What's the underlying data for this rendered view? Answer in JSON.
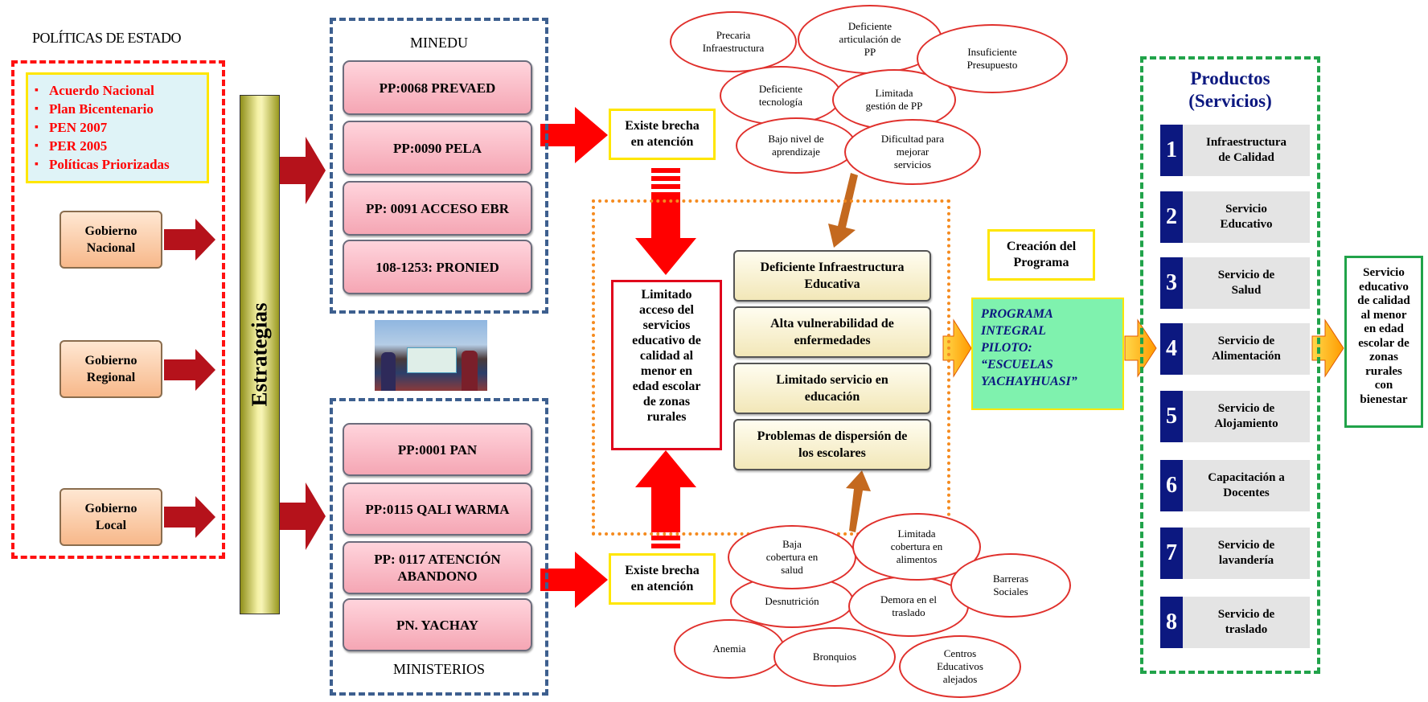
{
  "politicas": {
    "title": "POLÍTICAS DE ESTADO",
    "items": [
      "Acuerdo Nacional",
      "Plan Bicentenario",
      "PEN 2007",
      "PER 2005",
      "Políticas Priorizadas"
    ],
    "gobiernos": [
      {
        "l1": "Gobierno",
        "l2": "Nacional"
      },
      {
        "l1": "Gobierno",
        "l2": "Regional"
      },
      {
        "l1": "Gobierno",
        "l2": "Local"
      }
    ]
  },
  "estrategias": "Estrategias",
  "minedu": {
    "title": "MINEDU",
    "programs": [
      "PP:0068 PREVAED",
      "PP:0090 PELA",
      "PP: 0091 ACCESO EBR",
      "108-1253: PRONIED"
    ]
  },
  "ministerios": {
    "title": "MINISTERIOS",
    "programs": [
      {
        "l1": "PP:0001 PAN",
        "l2": ""
      },
      {
        "l1": "PP:0115 QALI WARMA",
        "l2": ""
      },
      {
        "l1": "PP: 0117 ATENCIÓN",
        "l2": "ABANDONO"
      },
      {
        "l1": "PN. YACHAY",
        "l2": ""
      }
    ]
  },
  "brecha": {
    "l1": "Existe brecha",
    "l2": "en atención"
  },
  "problema_central": [
    "Limitado",
    "acceso del",
    "servicios",
    "educativo de",
    "calidad al",
    "menor en",
    "edad escolar",
    "de zonas",
    "rurales"
  ],
  "causas": [
    {
      "l1": "Deficiente Infraestructura",
      "l2": "Educativa"
    },
    {
      "l1": "Alta vulnerabilidad de",
      "l2": "enfermedades"
    },
    {
      "l1": "Limitado servicio en",
      "l2": "educación"
    },
    {
      "l1": "Problemas de dispersión de",
      "l2": "los escolares"
    }
  ],
  "top_ellipses": [
    [
      "Precaria",
      "Infraestructura"
    ],
    [
      "Deficiente",
      "articulación de",
      "PP"
    ],
    [
      "Insuficiente",
      "Presupuesto"
    ],
    [
      "Deficiente",
      "tecnología"
    ],
    [
      "Limitada",
      "gestión de PP"
    ],
    [
      "Bajo nivel de",
      "aprendizaje"
    ],
    [
      "Dificultad para",
      "mejorar",
      "servicios"
    ]
  ],
  "bottom_ellipses": [
    [
      "Baja",
      "cobertura en",
      "salud"
    ],
    [
      "Limitada",
      "cobertura en",
      "alimentos"
    ],
    [
      "Barreras",
      "Sociales"
    ],
    [
      "Desnutrición"
    ],
    [
      "Demora en el",
      "traslado"
    ],
    [
      "Anemia"
    ],
    [
      "Bronquios"
    ],
    [
      "Centros",
      "Educativos",
      "alejados"
    ]
  ],
  "creacion": {
    "l1": "Creación del",
    "l2": "Programa"
  },
  "programa": [
    "PROGRAMA",
    "INTEGRAL",
    "PILOTO:",
    "“ESCUELAS",
    "YACHAYHUASI”"
  ],
  "productos": {
    "title1": "Productos",
    "title2": "(Servicios)",
    "items": [
      {
        "n": "1",
        "l1": "Infraestructura",
        "l2": "de Calidad"
      },
      {
        "n": "2",
        "l1": "Servicio",
        "l2": "Educativo"
      },
      {
        "n": "3",
        "l1": "Servicio de",
        "l2": "Salud"
      },
      {
        "n": "4",
        "l1": "Servicio de",
        "l2": "Alimentación"
      },
      {
        "n": "5",
        "l1": "Servicio de",
        "l2": "Alojamiento"
      },
      {
        "n": "6",
        "l1": "Capacitación a",
        "l2": "Docentes"
      },
      {
        "n": "7",
        "l1": "Servicio de",
        "l2": "lavandería"
      },
      {
        "n": "8",
        "l1": "Servicio de",
        "l2": "traslado"
      }
    ]
  },
  "resultado": [
    "Servicio",
    "educativo",
    "de calidad",
    "al menor",
    "en edad",
    "escolar de",
    "zonas",
    "rurales",
    "con",
    "bienestar"
  ],
  "colors": {
    "red": "#ff1111",
    "dark_red_arrow": "#b5121b",
    "orange_arrow": "#ffb300",
    "brown_arrow": "#c4691f",
    "navy": "#0c1880",
    "green": "#21a34a"
  }
}
